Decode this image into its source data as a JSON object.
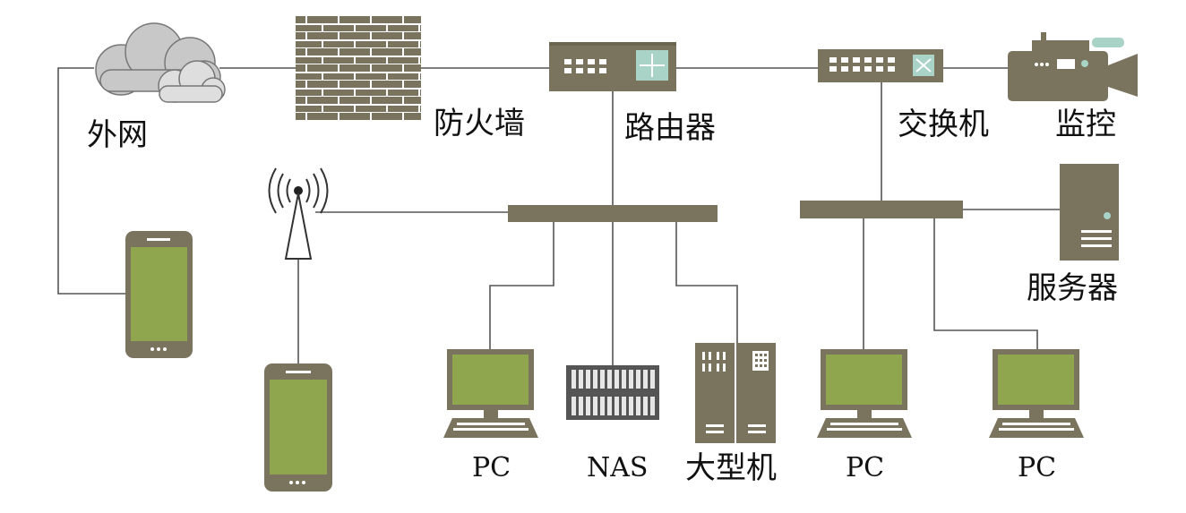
{
  "labels": {
    "internet": "外网",
    "firewall": "防火墙",
    "router": "路由器",
    "switch": "交换机",
    "camera": "监控",
    "server": "服务器",
    "pc1": "PC",
    "nas": "NAS",
    "mainframe": "大型机",
    "pc2": "PC",
    "pc3": "PC"
  },
  "colors": {
    "device": "#7a735e",
    "screen": "#8fa64e",
    "accent": "#a8d3c6",
    "wire": "#555555",
    "cloud": "#c8c8c8"
  }
}
